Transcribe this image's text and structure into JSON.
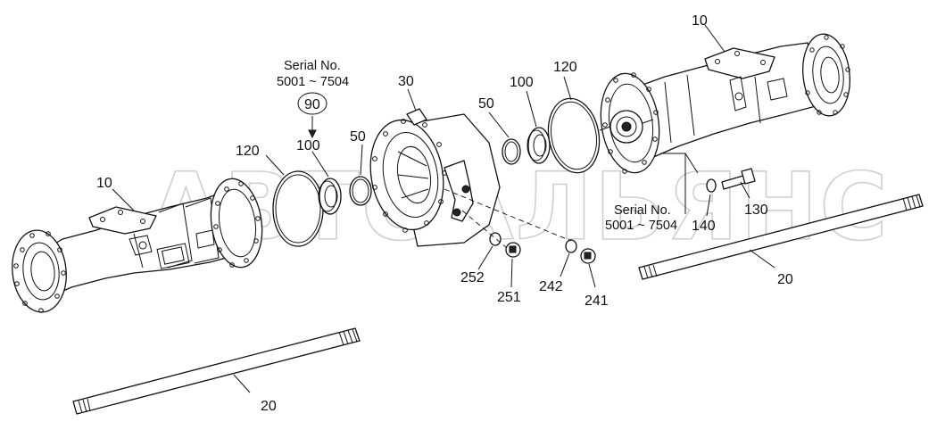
{
  "watermark": "АВТОАЛЬЯНС",
  "serial_notes": [
    {
      "line1": "Serial No.",
      "line2": "5001 ~ 7504"
    },
    {
      "line1": "Serial No.",
      "line2": "5001 ~ 7504"
    }
  ],
  "callouts": {
    "p10_left": "10",
    "p10_right": "10",
    "p20_bottom": "20",
    "p20_right": "20",
    "p30": "30",
    "p50_left": "50",
    "p50_right": "50",
    "p90": "90",
    "p100_left": "100",
    "p100_right": "100",
    "p120_left": "120",
    "p120_right": "120",
    "p130": "130",
    "p140": "140",
    "p241": "241",
    "p242": "242",
    "p251": "251",
    "p252": "252"
  }
}
